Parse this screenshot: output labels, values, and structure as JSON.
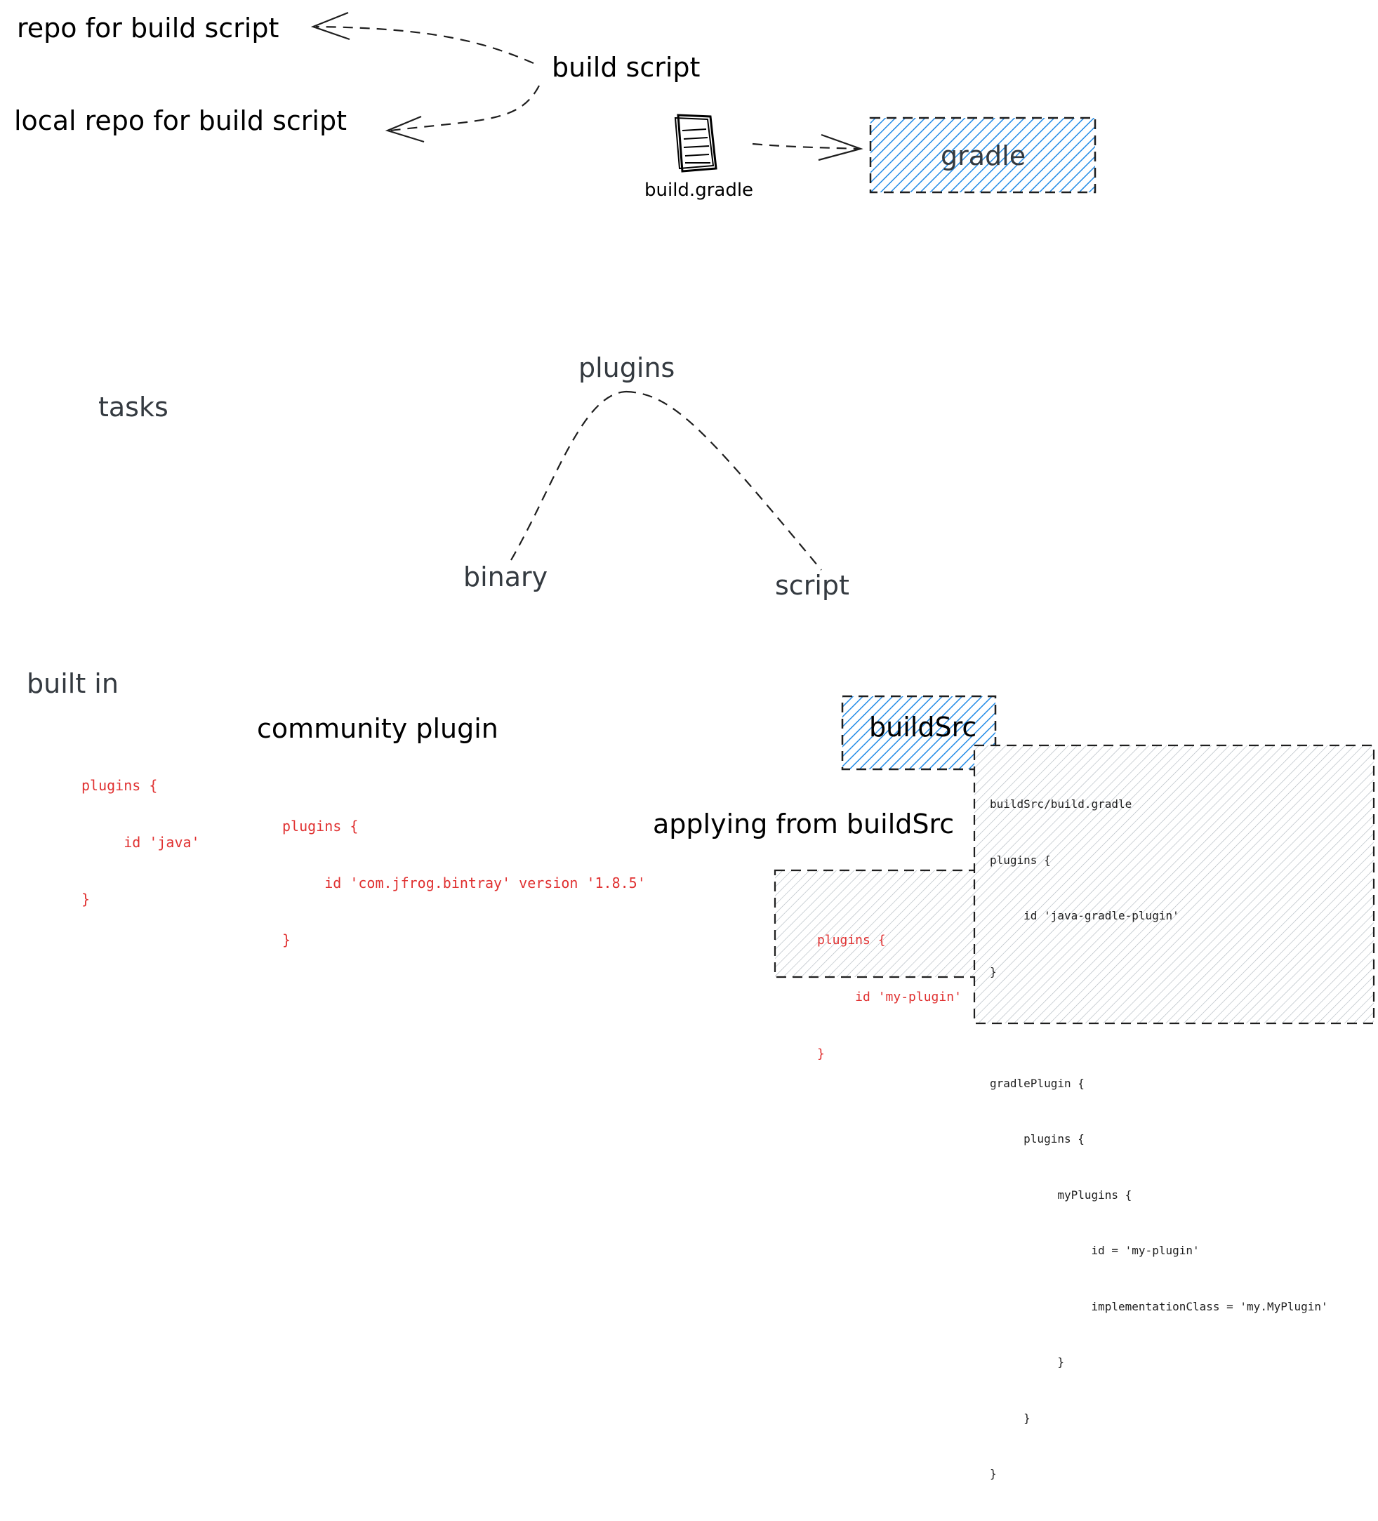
{
  "labels": {
    "repo_for_build_script": "repo for build script",
    "build_script": "build script",
    "local_repo_for_build_script": "local repo for build script",
    "build_gradle_file": "build.gradle",
    "gradle": "gradle",
    "plugins": "plugins",
    "tasks": "tasks",
    "binary": "binary",
    "script": "script",
    "built_in": "built in",
    "community_plugin": "community plugin",
    "buildsrc": "buildSrc",
    "applying_from_buildsrc": "applying from buildSrc"
  },
  "code": {
    "builtin_plugins": [
      "plugins {",
      "     id 'java'",
      "}"
    ],
    "community_plugins": [
      "plugins {",
      "     id 'com.jfrog.bintray' version '1.8.5'",
      "}"
    ],
    "applying_plugins": [
      "plugins {",
      "     id 'my-plugin'",
      "}"
    ],
    "buildsrc_build_gradle": [
      "buildSrc/build.gradle",
      "plugins {",
      "     id 'java-gradle-plugin'",
      "}",
      "",
      "gradlePlugin {",
      "     plugins {",
      "          myPlugins {",
      "               id = 'my-plugin'",
      "               implementationClass = 'my.MyPlugin'",
      "          }",
      "     }",
      "}"
    ]
  },
  "colors": {
    "stroke": "#1e1e1e",
    "blue_fill": "#228be6",
    "gray_fill": "#adb5bd",
    "code_red": "#e03131",
    "muted_text": "#343a40"
  },
  "icons": {
    "build_gradle_file": "document-icon"
  }
}
